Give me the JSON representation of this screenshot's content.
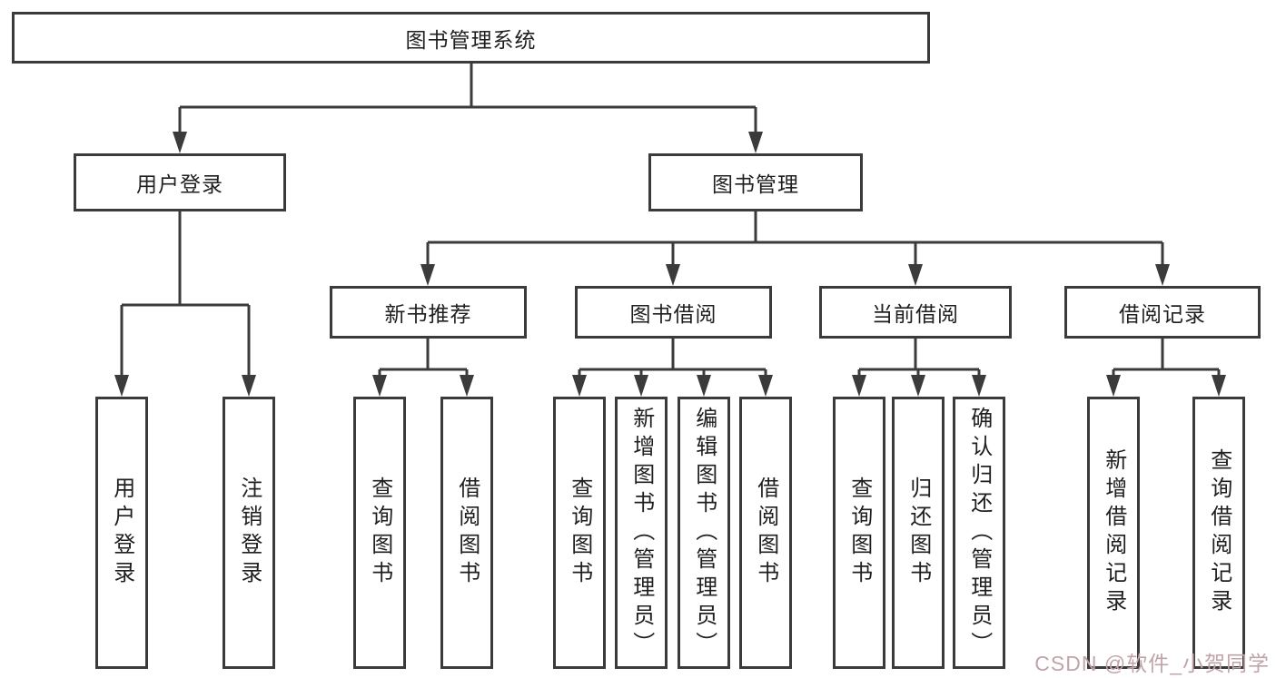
{
  "diagram": {
    "kind": "hierarchy-tree",
    "tree": {
      "label": "图书管理系统",
      "children": [
        {
          "label": "用户登录",
          "children": [
            {
              "label": "用户登录"
            },
            {
              "label": "注销登录"
            }
          ]
        },
        {
          "label": "图书管理",
          "children": [
            {
              "label": "新书推荐",
              "children": [
                {
                  "label": "查询图书"
                },
                {
                  "label": "借阅图书"
                }
              ]
            },
            {
              "label": "图书借阅",
              "children": [
                {
                  "label": "查询图书"
                },
                {
                  "label": "新增图书（管理员）"
                },
                {
                  "label": "编辑图书（管理员）"
                },
                {
                  "label": "借阅图书"
                }
              ]
            },
            {
              "label": "当前借阅",
              "children": [
                {
                  "label": "查询图书"
                },
                {
                  "label": "归还图书"
                },
                {
                  "label": "确认归还（管理员）"
                }
              ]
            },
            {
              "label": "借阅记录",
              "children": [
                {
                  "label": "新增借阅记录"
                },
                {
                  "label": "查询借阅记录"
                }
              ]
            }
          ]
        }
      ]
    },
    "colors": {
      "box_border": "#3b3b3b",
      "connector_line": "#3b3b3b",
      "background": "#ffffff",
      "text": "#1f1f1f",
      "watermark_text": "#c0a4a9"
    }
  },
  "watermark": {
    "text": "CSDN @软件_小贺同学"
  }
}
